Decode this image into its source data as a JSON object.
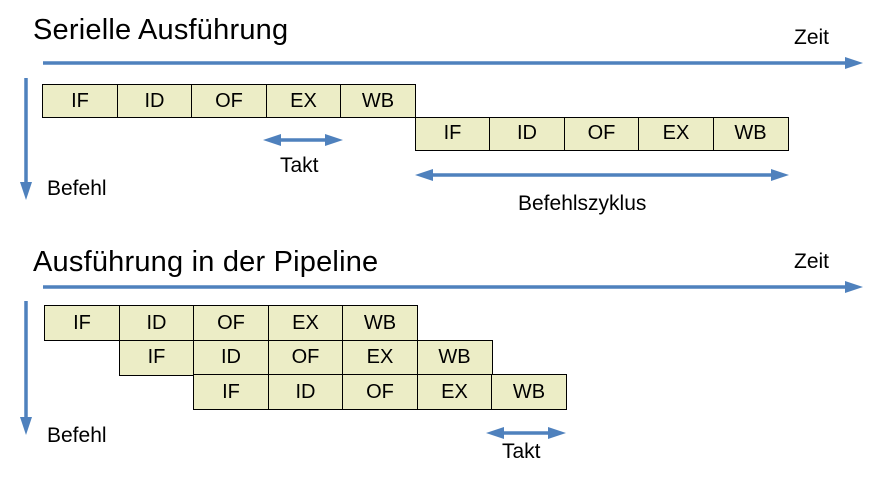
{
  "colors": {
    "accent_blue": "#4f81bd",
    "box_fill": "#ecedc6",
    "box_border": "#000000"
  },
  "serial_section": {
    "title": "Serielle Ausführung",
    "time_axis_label": "Zeit",
    "instruction_axis_label": "Befehl",
    "clock_label": "Takt",
    "cycle_label": "Befehlszyklus",
    "instruction1_stages": [
      "IF",
      "ID",
      "OF",
      "EX",
      "WB"
    ],
    "instruction2_stages": [
      "IF",
      "ID",
      "OF",
      "EX",
      "WB"
    ]
  },
  "pipeline_section": {
    "title": "Ausführung in der Pipeline",
    "time_axis_label": "Zeit",
    "instruction_axis_label": "Befehl",
    "clock_label": "Takt",
    "instruction1_stages": [
      "IF",
      "ID",
      "OF",
      "EX",
      "WB"
    ],
    "instruction2_stages": [
      "IF",
      "ID",
      "OF",
      "EX",
      "WB"
    ],
    "instruction3_stages": [
      "IF",
      "ID",
      "OF",
      "EX",
      "WB"
    ]
  }
}
